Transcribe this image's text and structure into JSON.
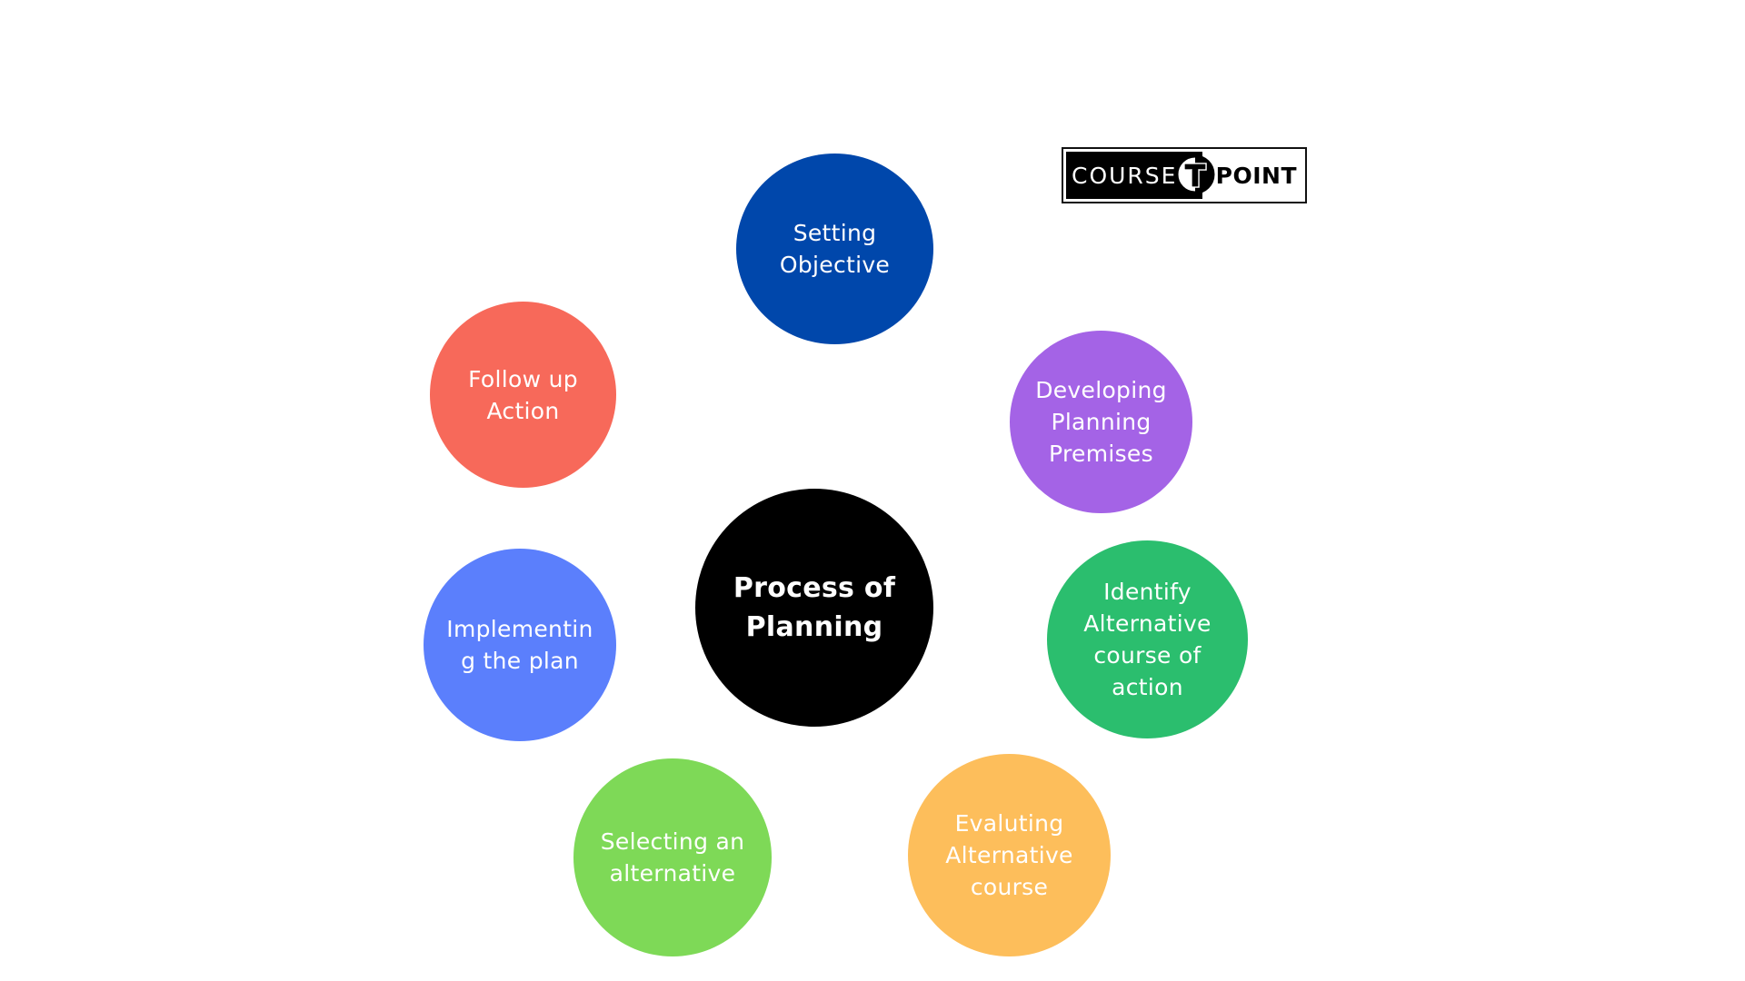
{
  "diagram": {
    "center": {
      "label": "Process of\nPlanning",
      "color": "#000000"
    },
    "steps": [
      {
        "id": "setting",
        "label": "Setting\nObjective",
        "color": "#0047AB"
      },
      {
        "id": "develop",
        "label": "Developing\nPlanning\nPremises",
        "color": "#A463E6"
      },
      {
        "id": "identify",
        "label": "Identify\nAlternative\ncourse of\naction",
        "color": "#2BBE6E"
      },
      {
        "id": "evaluate",
        "label": "Evaluting\nAlternative\ncourse",
        "color": "#FDBE5B"
      },
      {
        "id": "select",
        "label": "Selecting an\nalternative",
        "color": "#7ED957"
      },
      {
        "id": "implement",
        "label": "Implementin\ng the plan",
        "color": "#5B7FFC"
      },
      {
        "id": "follow",
        "label": "Follow up\nAction",
        "color": "#F7695A"
      }
    ]
  },
  "logo": {
    "left_text": "COURSE",
    "mark_letter": "T",
    "right_text": "POINT"
  }
}
